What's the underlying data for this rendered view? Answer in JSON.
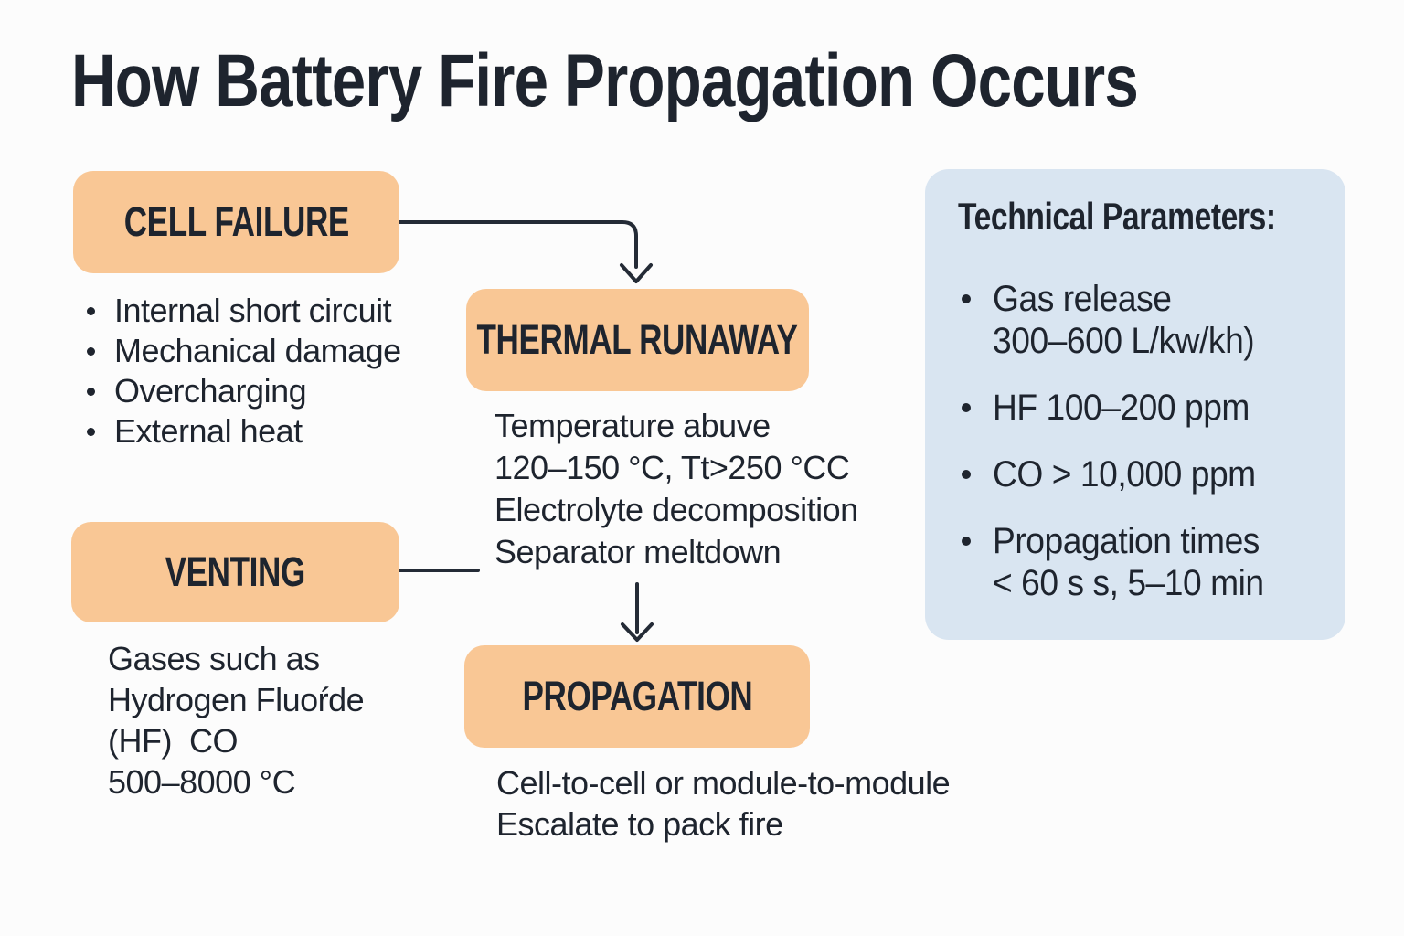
{
  "page": {
    "title": "How Battery Fire Propagation Occurs"
  },
  "colors": {
    "background": "#FCFCFC",
    "stage_box": "#F9C795",
    "panel_box": "#D9E5F1",
    "text": "#1E242E",
    "connector": "#242B36"
  },
  "stages": {
    "cell_failure": {
      "label": "CELL FAILURE",
      "causes": [
        "Internal short circuit",
        "Mechanical damage",
        "Overcharging",
        "External heat"
      ]
    },
    "thermal_runaway": {
      "label": "THERMAL RUNAWAY",
      "details": [
        "Temperature abuve",
        "120–150 °C, Tt>250 °CC",
        "Electrolyte decomposition",
        "Separator meltdown"
      ]
    },
    "venting": {
      "label": "VENTING",
      "details": [
        "Gases such as",
        "Hydrogen Fluoŕde",
        "(HF)  CO",
        "500–8000 °C"
      ]
    },
    "propagation": {
      "label": "PROPAGATION",
      "details": [
        "Cell-to-cell or module-to-module",
        "Escalate to pack fire"
      ]
    }
  },
  "panel": {
    "heading": "Technical Parameters:",
    "bullets": [
      {
        "lines": [
          "Gas release",
          "300–600 L/kw/kh)"
        ]
      },
      {
        "lines": [
          "HF 100–200 ppm"
        ]
      },
      {
        "lines": [
          "CO > 10,000 ppm"
        ]
      },
      {
        "lines": [
          "Propagation times",
          "< 60 s s, 5–10 min"
        ]
      }
    ]
  }
}
